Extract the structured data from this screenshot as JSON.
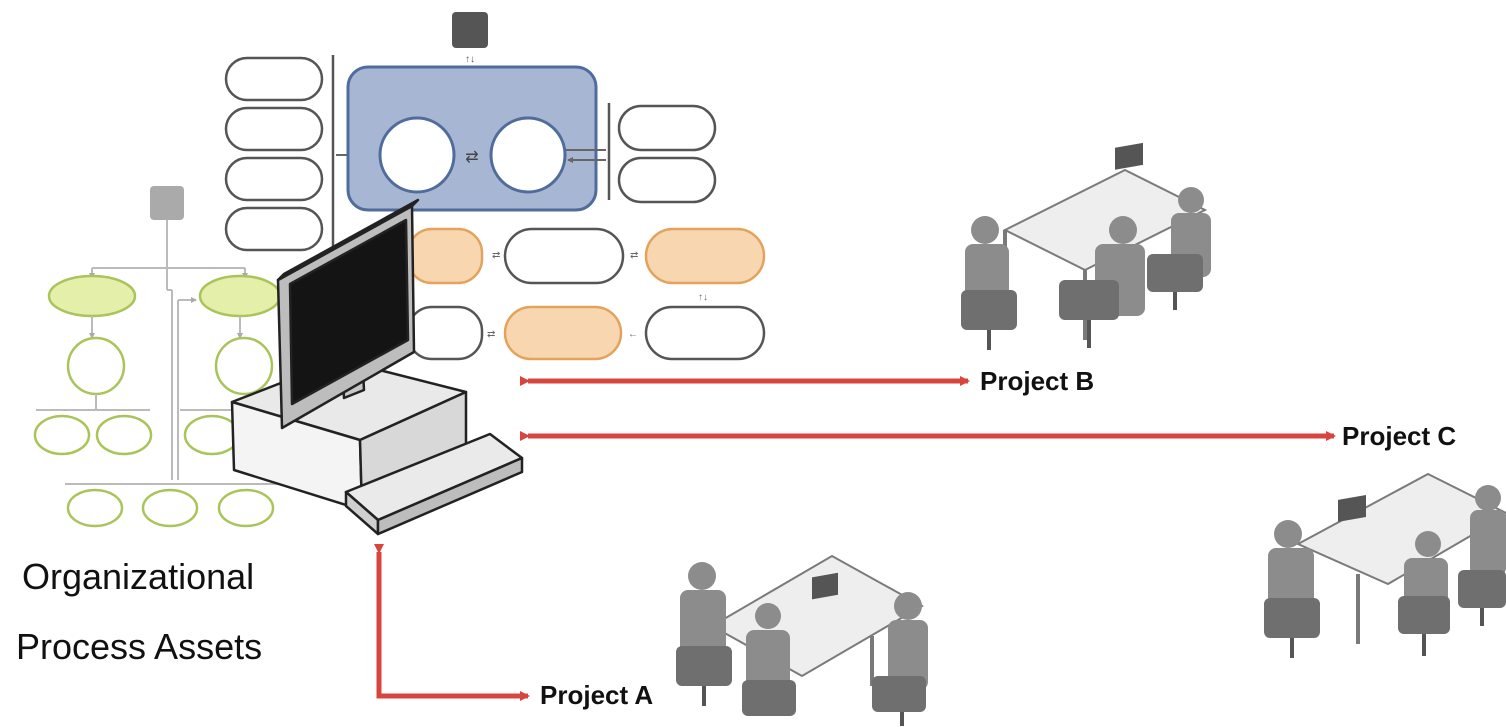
{
  "caption": {
    "line1": "Organizational",
    "line2": "Process Assets"
  },
  "projects": {
    "a": "Project A",
    "b": "Project B",
    "c": "Project C"
  },
  "colors": {
    "arrow": "#d9443c",
    "blue_fill": "#a7b6d3",
    "blue_stroke": "#4f6c9c",
    "orange_fill": "#f8d6b0",
    "orange_stroke": "#e3a35c",
    "green_fill": "#e4efaa",
    "green_stroke": "#a9c45a",
    "gray_stroke": "#555555",
    "people": "#8c8c8c"
  },
  "icons": [
    "computer-icon",
    "team-icon",
    "double-arrow-icon",
    "process-diagram-icon",
    "org-chart-icon"
  ]
}
